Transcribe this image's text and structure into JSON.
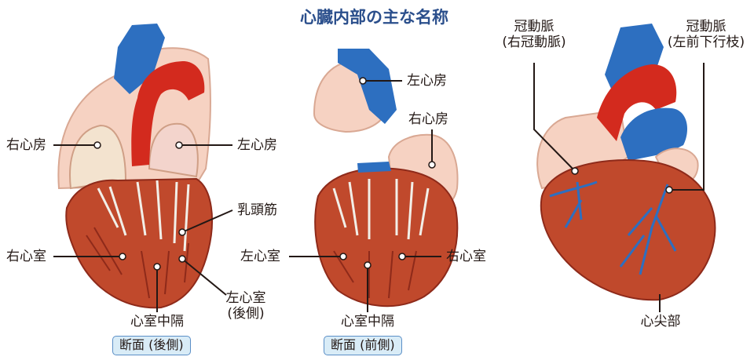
{
  "title": "心臓内部の主な名称",
  "left_model": {
    "right_atrium": "右心房",
    "left_atrium": "左心房",
    "papillary_muscle": "乳頭筋",
    "right_ventricle": "右心室",
    "left_ventricle": "左心室",
    "left_ventricle_note": "(後側)",
    "septum": "心室中隔",
    "caption": "断面 (後側)"
  },
  "middle_model": {
    "left_atrium": "左心房",
    "right_atrium": "右心房",
    "left_ventricle": "左心室",
    "right_ventricle": "右心室",
    "septum": "心室中隔",
    "caption": "断面 (前側)"
  },
  "right_model": {
    "coronary_right": "冠動脈",
    "coronary_right_note": "(右冠動脈)",
    "coronary_left": "冠動脈",
    "coronary_left_note": "(左前下行枝)",
    "apex": "心尖部"
  },
  "colors": {
    "title": "#2b4f8c",
    "muscle": "#c0492c",
    "muscle_dark": "#8e2a1a",
    "aorta": "#d32a1e",
    "vein": "#2d6fc0",
    "atrium": "#f6d2c2",
    "badge_bg": "#d9ecf7",
    "badge_border": "#5b8fc7"
  }
}
